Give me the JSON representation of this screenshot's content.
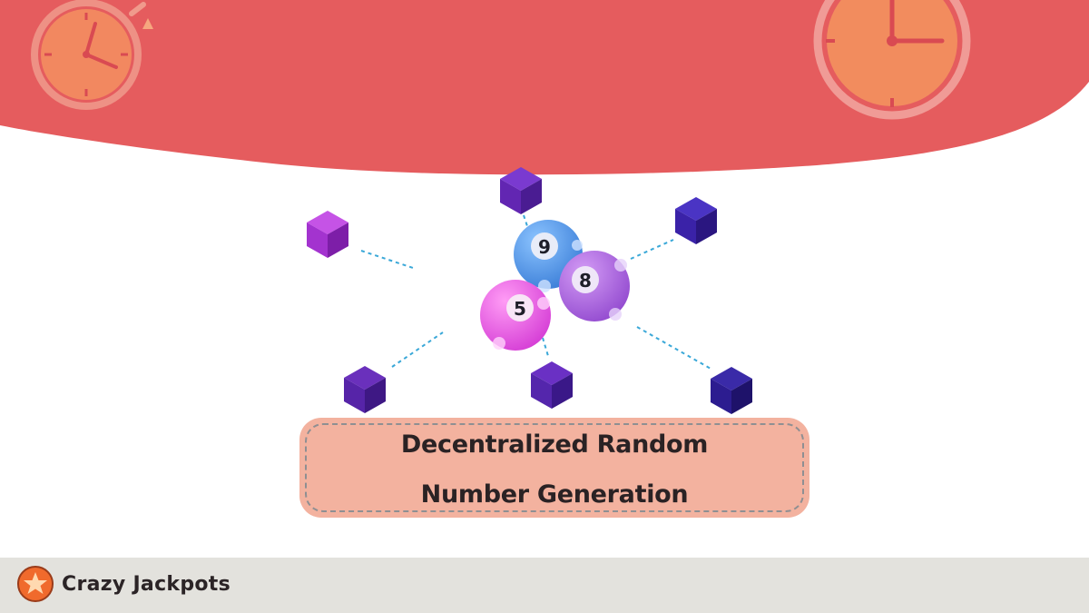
{
  "title": {
    "line1": "Decentralized Random",
    "line2": "Number Generation"
  },
  "balls": [
    {
      "number": "9",
      "color": "#4a8fe0"
    },
    {
      "number": "8",
      "color": "#a35ad8"
    },
    {
      "number": "5",
      "color": "#e150e0"
    }
  ],
  "brand": {
    "name": "Crazy Jackpots",
    "logo_color": "#f06a2c"
  },
  "colors": {
    "banner": "#e55c5e",
    "clock_face": "#f28c5e",
    "footer": "#e3e2dd",
    "title_box": "#f3b29f",
    "connector": "#3aa8d8"
  }
}
